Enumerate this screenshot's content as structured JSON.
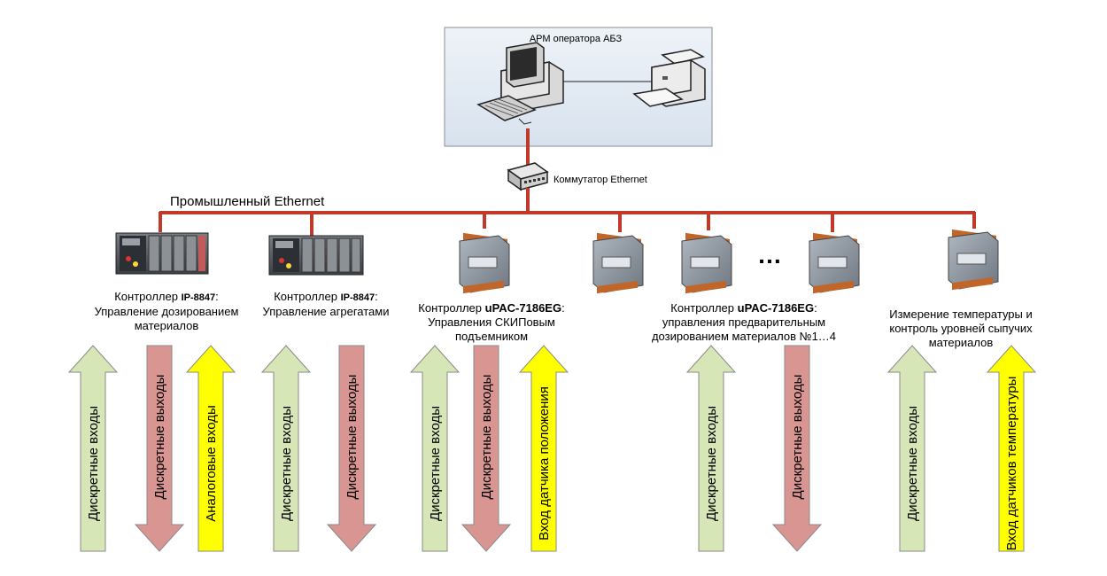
{
  "workstation": {
    "title": "АРМ оператора АБЗ"
  },
  "switch": {
    "label": "Коммутатор Ethernet"
  },
  "network": {
    "label": "Промышленный Ethernet"
  },
  "ellipsis": "…",
  "controllers": [
    {
      "prefix": "Контроллер ",
      "model": "IP-8847",
      "suffix": ":",
      "line2": "Управление дозированием",
      "line3": "материалов"
    },
    {
      "prefix": "Контроллер ",
      "model": "IP-8847",
      "suffix": ":",
      "line2": "Управление агрегатами",
      "line3": ""
    },
    {
      "prefix": "Контроллер ",
      "model": "uPAC-7186EG",
      "suffix": ":",
      "line2": "Управления СКИПовым",
      "line3": "подъемником"
    },
    {
      "prefix": "Контроллер ",
      "model": "uPAC-7186EG",
      "suffix": ":",
      "line2": "управления предварительным",
      "line3": "дозированием материалов №1…4"
    },
    {
      "prefix": "",
      "model": "",
      "suffix": "",
      "line1": "Измерение температуры и",
      "line2": "контроль уровней сыпучих",
      "line3": "материалов"
    }
  ],
  "arrows": {
    "discrete_in": "Дискретные входы",
    "discrete_out": "Дискретные выходы",
    "analog_in": "Аналоговые входы",
    "position_in": "Вход датчика положения",
    "temp_in": "Вход датчиков температуры"
  },
  "colors": {
    "network_line": "#c0392b",
    "green_arrow": "#d6e6b6",
    "red_arrow": "#d99591",
    "yellow_arrow": "#ffff00",
    "workstation_bg": "#dfe8f2"
  }
}
